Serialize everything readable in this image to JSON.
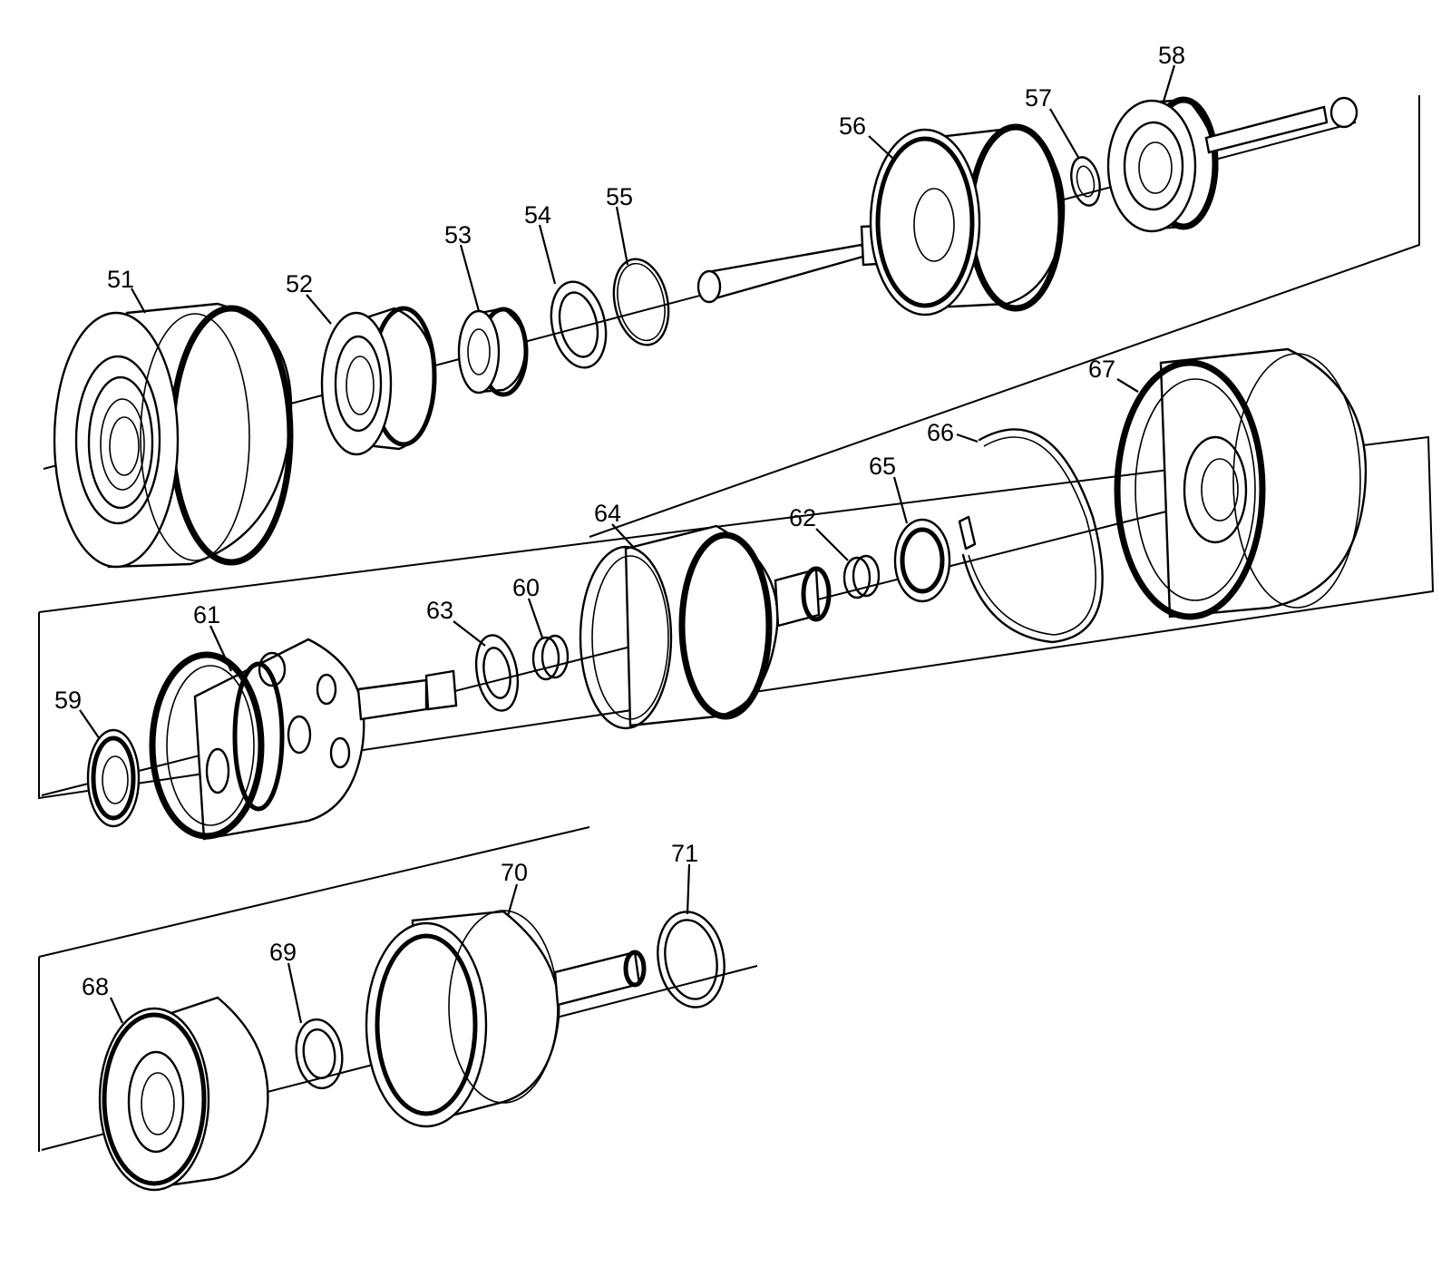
{
  "callouts": {
    "p51": "51",
    "p52": "52",
    "p53": "53",
    "p54": "54",
    "p55": "55",
    "p56": "56",
    "p57": "57",
    "p58": "58",
    "p59": "59",
    "p60": "60",
    "p61": "61",
    "p62": "62",
    "p63": "63",
    "p64": "64",
    "p65": "65",
    "p66": "66",
    "p67": "67",
    "p68": "68",
    "p69": "69",
    "p70": "70",
    "p71": "71"
  },
  "colors": {
    "ink": "#000000",
    "paper": "#ffffff"
  }
}
